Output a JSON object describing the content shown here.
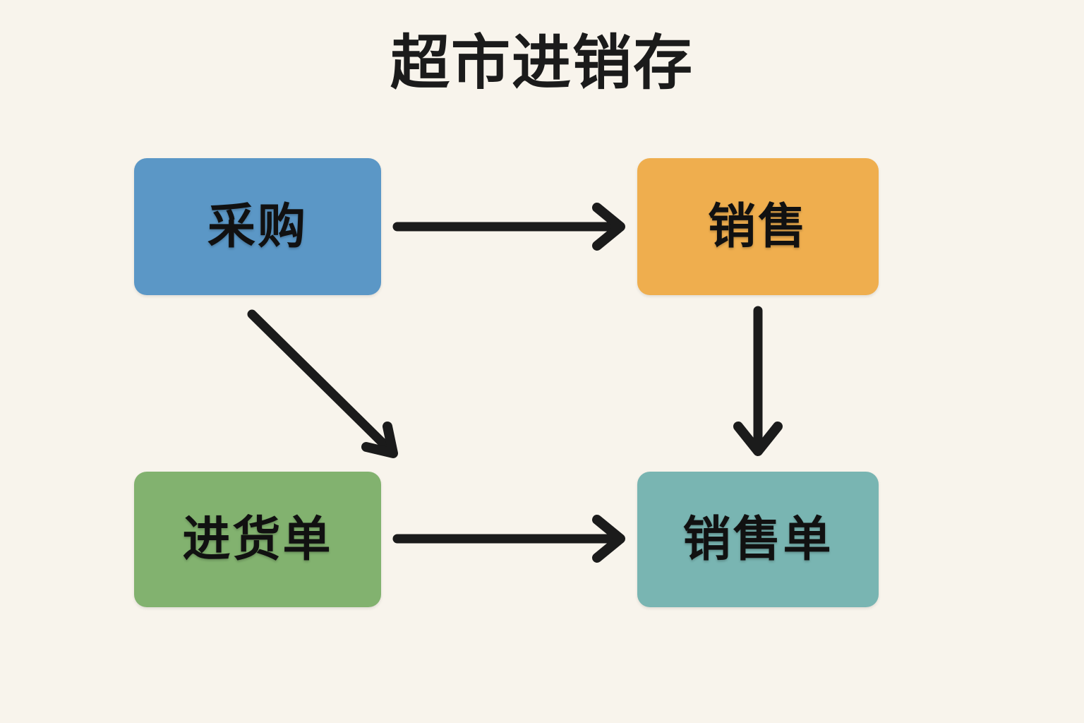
{
  "diagram": {
    "title": "超市进销存",
    "background_color": "#f8f4ec",
    "type": "flowchart",
    "nodes": [
      {
        "id": "purchase",
        "label": "采购",
        "color": "#5b97c6",
        "text_color": "#111111",
        "position": "top-left"
      },
      {
        "id": "sales",
        "label": "销售",
        "color": "#efae4e",
        "text_color": "#111111",
        "position": "top-right"
      },
      {
        "id": "purchase-order",
        "label": "进货单",
        "color": "#82b26f",
        "text_color": "#111111",
        "position": "bottom-left"
      },
      {
        "id": "sales-order",
        "label": "销售单",
        "color": "#79b5b2",
        "text_color": "#111111",
        "position": "bottom-right"
      }
    ],
    "edges": [
      {
        "id": "purchase-to-sales",
        "from": "采购",
        "to": "销售",
        "style": "straight-horizontal",
        "direction": "right"
      },
      {
        "id": "purchase-to-purchase-order",
        "from": "采购",
        "to": "进货单",
        "style": "diagonal",
        "direction": "down-right"
      },
      {
        "id": "sales-to-sales-order",
        "from": "销售",
        "to": "销售单",
        "style": "straight-vertical",
        "direction": "down"
      },
      {
        "id": "purchase-order-to-sales-order",
        "from": "进货单",
        "to": "销售单",
        "style": "straight-horizontal",
        "direction": "right"
      }
    ],
    "arrow_color": "#1b1b1b"
  }
}
